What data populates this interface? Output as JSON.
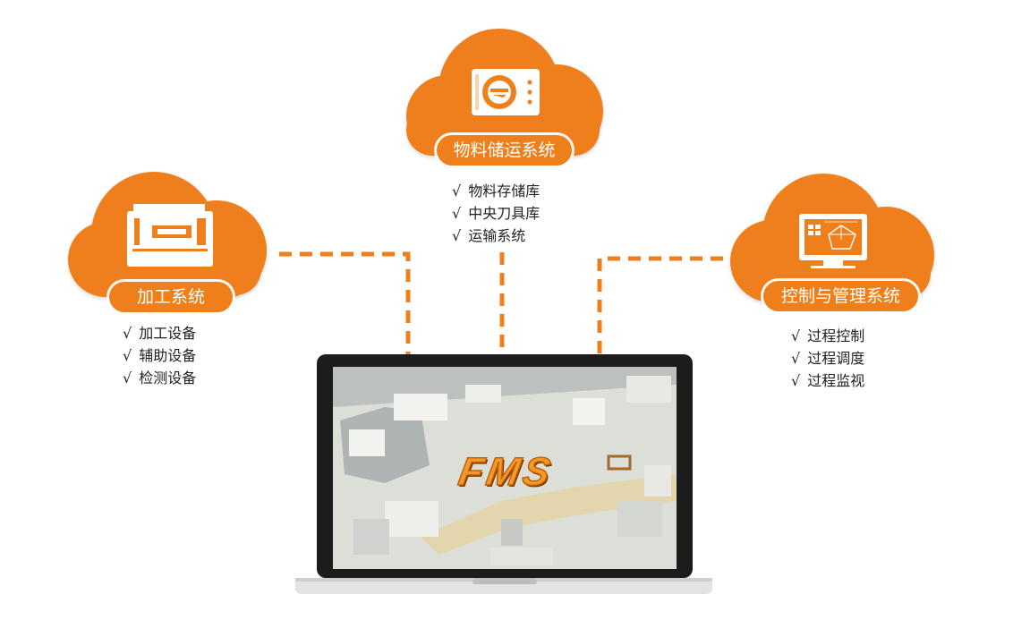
{
  "colors": {
    "accent": "#ef7f1a",
    "connector": "#ef7f1a",
    "screen_floor": "#d9dcd7"
  },
  "center": {
    "screen_logo": "FMS",
    "device": "laptop-icon"
  },
  "nodes": {
    "processing": {
      "title": "加工系统",
      "icon": "cnc-machine-icon",
      "features": [
        "加工设备",
        "辅助设备",
        "检测设备"
      ]
    },
    "material": {
      "title": "物料储运系统",
      "icon": "storage-machine-icon",
      "features": [
        "物料存储库",
        "中央刀具库",
        "运输系统"
      ]
    },
    "control": {
      "title": "控制与管理系统",
      "icon": "monitor-analytics-icon",
      "features": [
        "过程控制",
        "过程调度",
        "过程监视"
      ]
    }
  },
  "check_mark": "√"
}
